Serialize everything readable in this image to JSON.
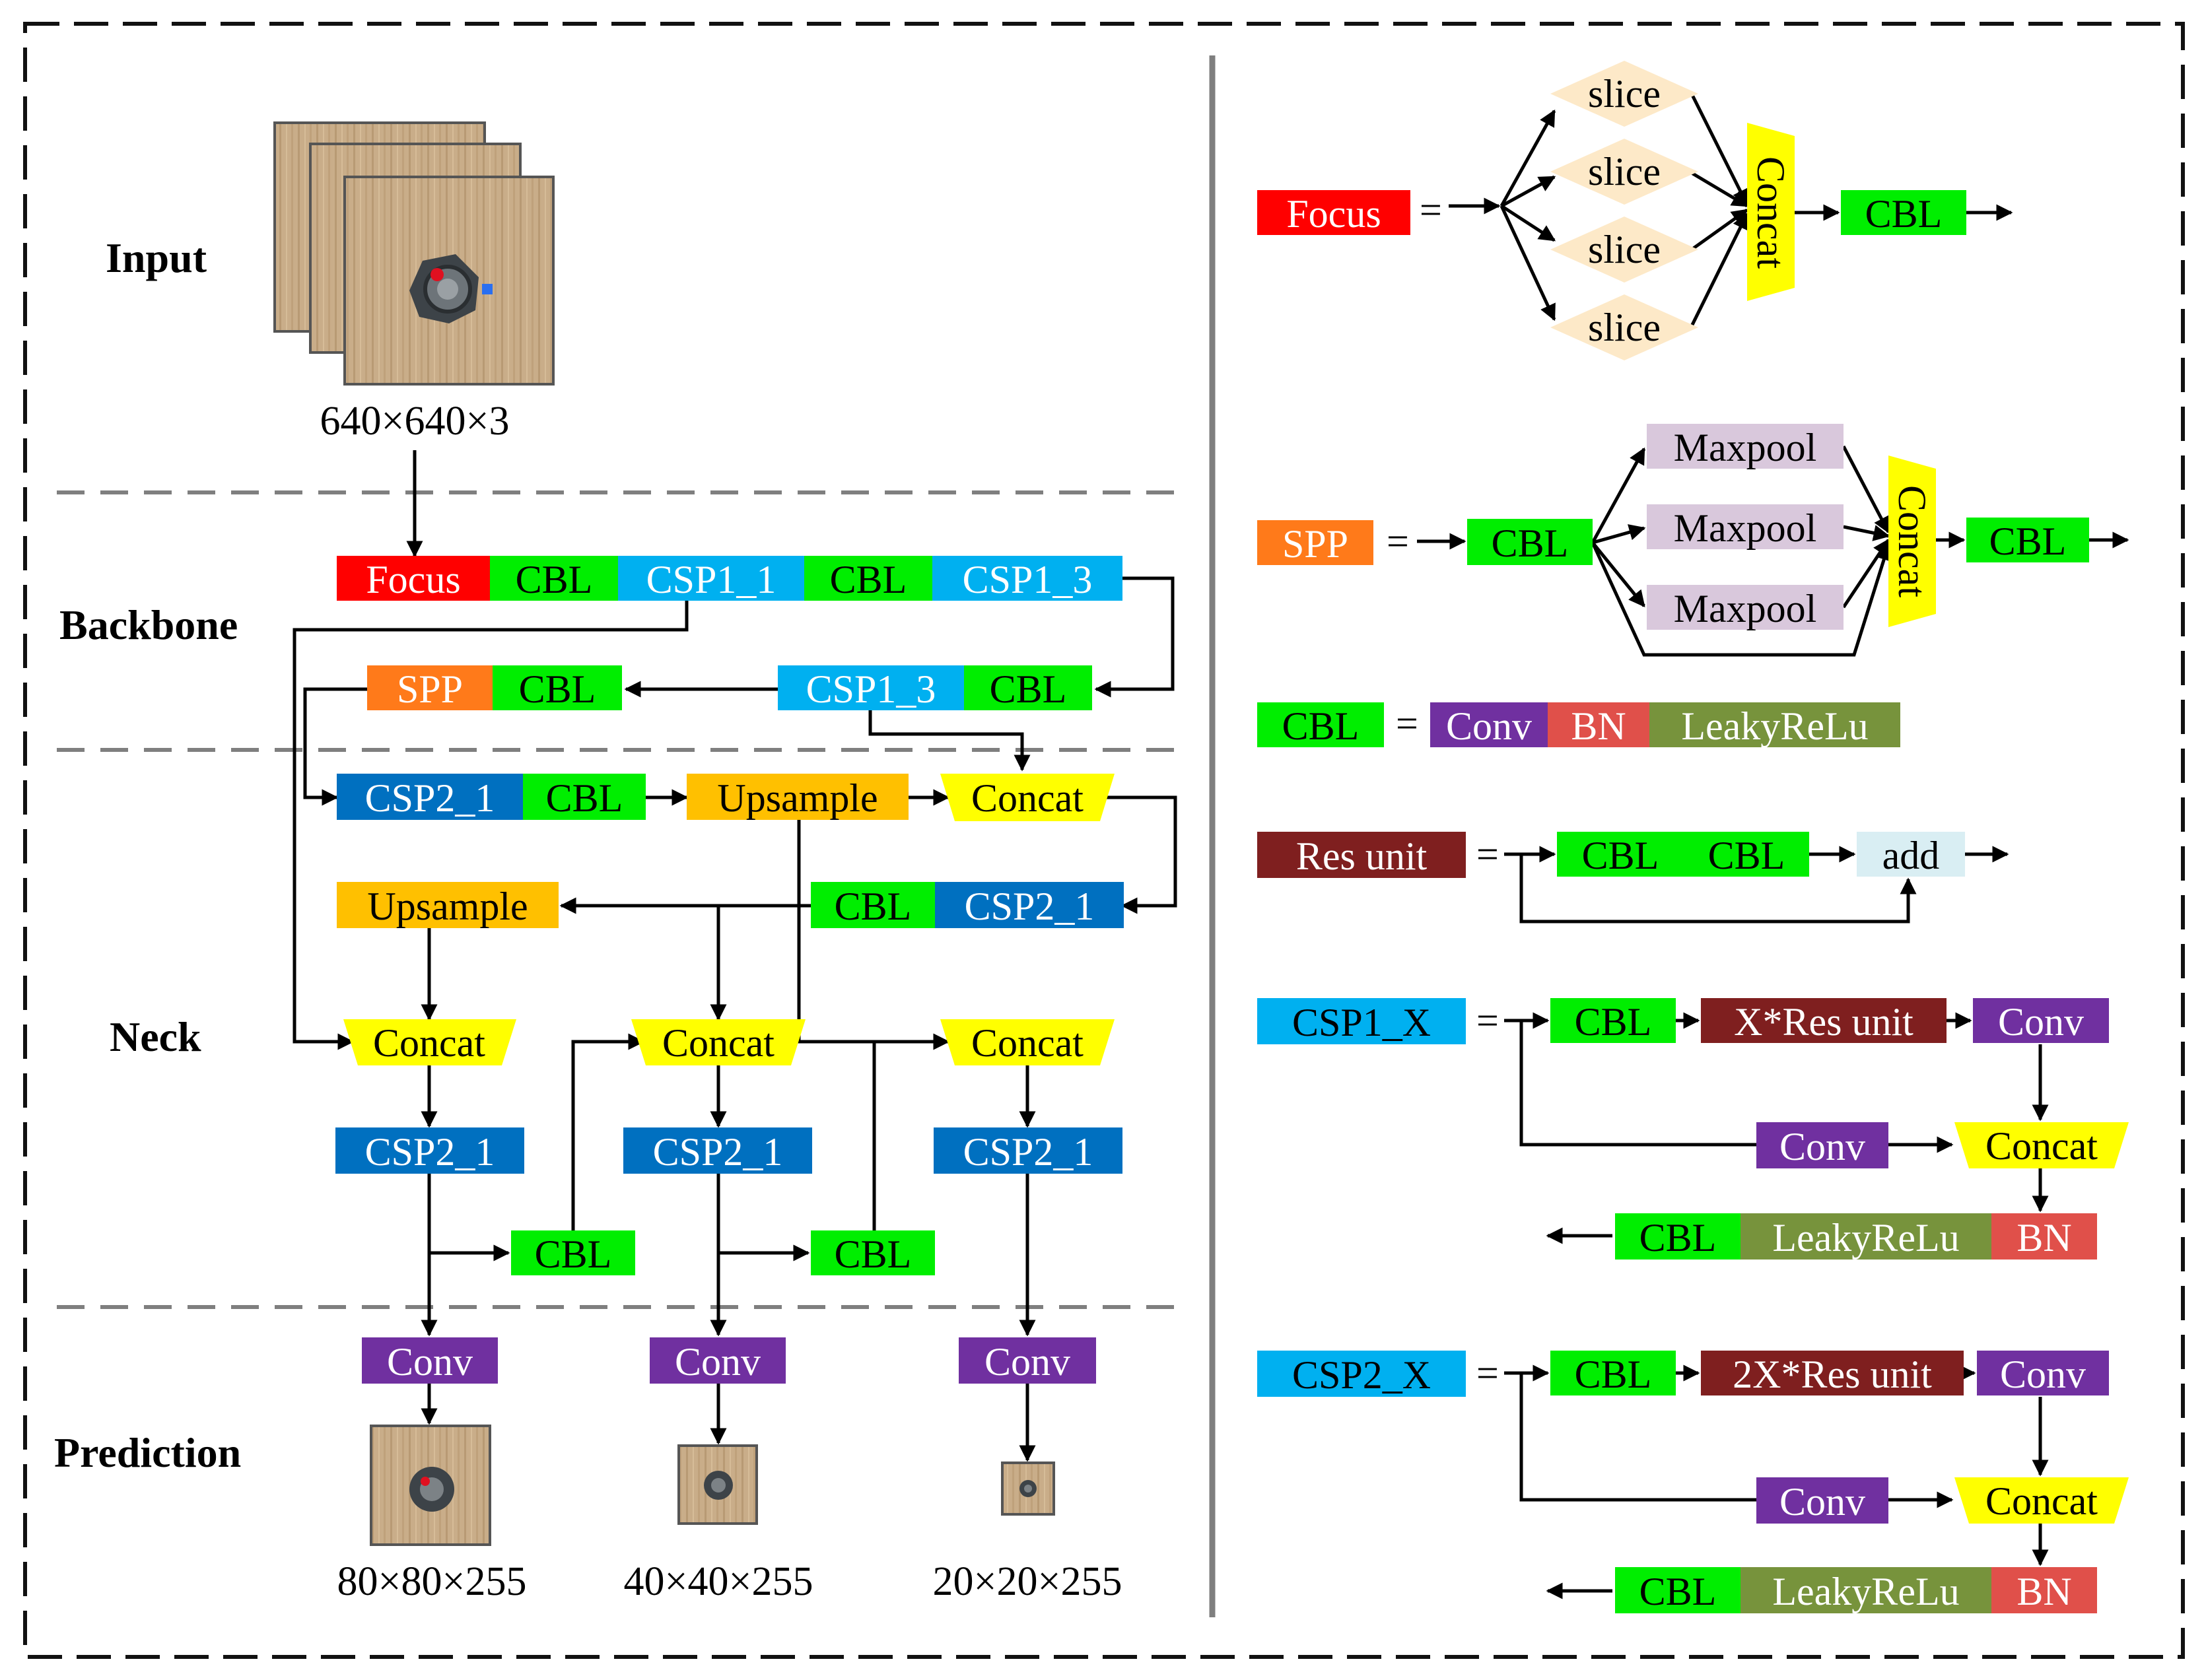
{
  "sections": {
    "input": "Input",
    "backbone": "Backbone",
    "neck": "Neck",
    "prediction": "Prediction"
  },
  "labels": {
    "focus": "Focus",
    "cbl": "CBL",
    "csp1_1": "CSP1_1",
    "csp1_3": "CSP1_3",
    "spp": "SPP",
    "csp2_1": "CSP2_1",
    "upsample": "Upsample",
    "concat": "Concat",
    "conv": "Conv",
    "slice": "slice",
    "maxpool": "Maxpool",
    "bn": "BN",
    "leaky": "LeakyReLu",
    "res_unit": "Res unit",
    "add": "add",
    "csp1_x": "CSP1_X",
    "csp2_x": "CSP2_X",
    "x_res_unit": "X*Res unit",
    "x2_res_unit": "2X*Res unit",
    "equals": "="
  },
  "dimensions": {
    "input": "640×640×3",
    "out_large": "80×80×255",
    "out_medium": "40×40×255",
    "out_small": "20×20×255"
  },
  "colors": {
    "focus": "#ff0000",
    "cbl": "#00ee00",
    "csp1": "#00b0f0",
    "csp2": "#0070c0",
    "spp": "#ff7a1a",
    "upsample": "#ffc000",
    "concat": "#ffff00",
    "conv": "#7030a0",
    "bn": "#e0504a",
    "leaky": "#77933c",
    "res": "#7f1f1f",
    "slice": "#fde9c8",
    "maxpool": "#d9c8dc",
    "add": "#d9eef3",
    "wood": "#c8ab87"
  }
}
